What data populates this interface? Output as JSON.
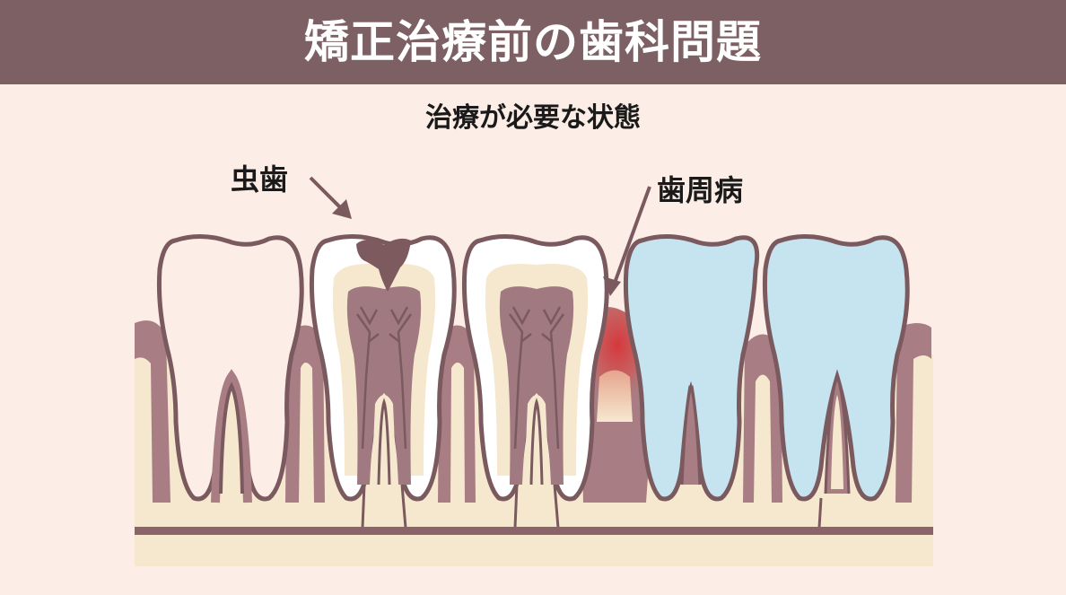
{
  "header": {
    "title": "矯正治療前の歯科問題"
  },
  "subtitle": "治療が必要な状態",
  "labels": {
    "caries": "虫歯",
    "periodontal": "歯周病"
  },
  "teeth": [
    {
      "id": 1,
      "state": "healthy-outline",
      "fill": "#fcede6"
    },
    {
      "id": 2,
      "state": "caries-cross-section",
      "fill": "#ffffff"
    },
    {
      "id": 3,
      "state": "cross-section",
      "fill": "#ffffff"
    },
    {
      "id": 4,
      "state": "healthy-blue",
      "fill": "#c5e4f0"
    },
    {
      "id": 5,
      "state": "healthy-blue",
      "fill": "#c5e4f0"
    }
  ],
  "colors": {
    "header_bg": "#7d6063",
    "background": "#fcede6",
    "outline": "#7a5a5e",
    "gum": "#a87d83",
    "bone": "#f6e8cf",
    "pulp": "#a07a80",
    "decay": "#7d5a5e",
    "inflammation": "#d9484a",
    "tooth_blue": "#c5e4f0"
  }
}
